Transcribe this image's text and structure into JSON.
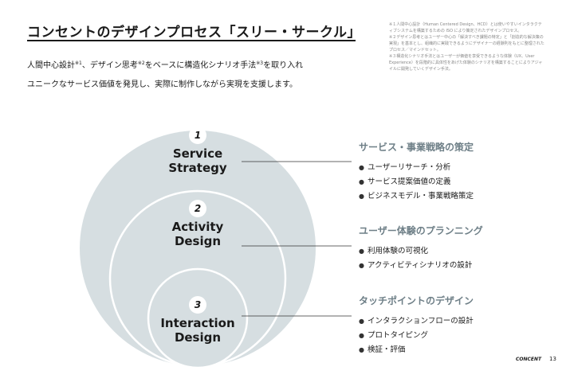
{
  "page": {
    "title": "コンセントのデザインプロセス「スリー・サークル」",
    "intro_line1_a": "人間中心設計",
    "intro_line1_sup1": "※1",
    "intro_line1_b": "、デザイン思考",
    "intro_line1_sup2": "※2",
    "intro_line1_c": "をベースに構造化シナリオ手法",
    "intro_line1_sup3": "※3",
    "intro_line1_d": "を取り入れ",
    "intro_line2": "ユニークなサービス価値を発見し、実際に制作しながら実現を支援します。",
    "notes": [
      "※１人間中心設計（Human Centered Design、HCD）とは使いやすいインタラクティブシステムを構築するための ISO により策定されたデザインプロセス。",
      "※２デザイン思考とはユーザー中心の「解決すべき課題の特定」と「創造的な解決策の実現」を基本とし、組織的に実践できるようにデザイナーの経験則をもとに整理されたプロセス／マインドセット。",
      "※３構造化シナリオ手法とはユーザーが価値を享受できるような体験（UX、User Experience）を段階的に具体性をあげた体験のシナリオを構築することによりアジャイルに開発していくデザイン手法。"
    ],
    "footer_logo": "CONCENT",
    "page_number": "13"
  },
  "circles": [
    {
      "number": "1",
      "name_line1": "Service",
      "name_line2": "Strategy"
    },
    {
      "number": "2",
      "name_line1": "Activity",
      "name_line2": "Design"
    },
    {
      "number": "3",
      "name_line1": "Interaction",
      "name_line2": "Design"
    }
  ],
  "groups": [
    {
      "heading": "サービス・事業戦略の策定",
      "items": [
        "ユーザーリサーチ・分析",
        "サービス提案価値の定義",
        "ビジネスモデル・事業戦略策定"
      ]
    },
    {
      "heading": "ユーザー体験のプランニング",
      "items": [
        "利用体験の可視化",
        "アクティビティシナリオの設計"
      ]
    },
    {
      "heading": "タッチポイントのデザイン",
      "items": [
        "インタラクションフローの設計",
        "プロトタイピング",
        "検証・評価"
      ]
    }
  ],
  "colors": {
    "circle_fill": "#d6dee1",
    "heading_color": "#6e7f87"
  },
  "bullet_glyph": "●"
}
